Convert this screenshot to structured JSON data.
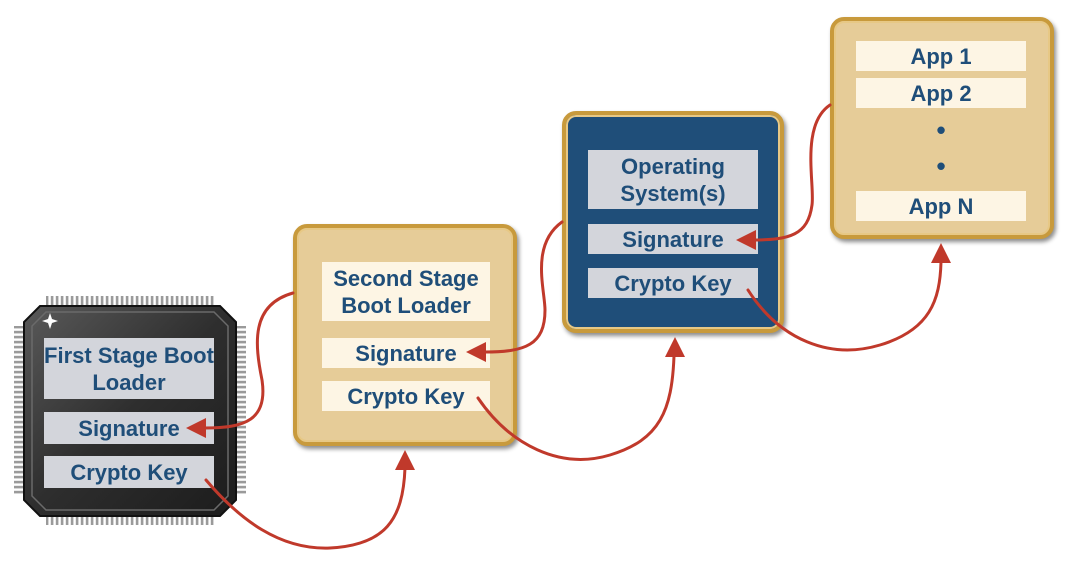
{
  "stages": {
    "first": {
      "title": "First Stage Boot Loader",
      "signature": "Signature",
      "crypto_key": "Crypto Key"
    },
    "second": {
      "title": "Second Stage Boot Loader",
      "signature": "Signature",
      "crypto_key": "Crypto Key"
    },
    "os": {
      "title": "Operating System(s)",
      "signature": "Signature",
      "crypto_key": "Crypto Key"
    },
    "apps": {
      "items": [
        "App 1",
        "App 2",
        "•",
        "•",
        "App N"
      ]
    }
  },
  "colors": {
    "text": "#1f4e79",
    "tan_box": "#e6cc98",
    "navy_box": "#1f4e79",
    "border_gold": "#c89a3c",
    "arrow_red": "#c0392b",
    "chip_body": "#3a3a3a"
  }
}
